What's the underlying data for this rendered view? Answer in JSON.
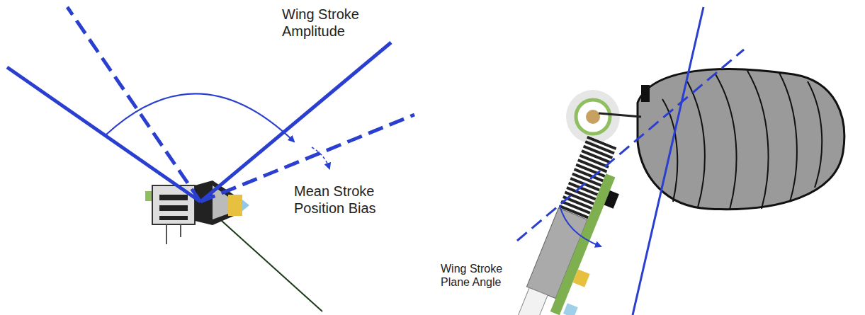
{
  "diagram": {
    "labels": [
      "Wing Stroke Amplitude",
      "Mean Stroke Position Bias",
      "Wing Stroke Plane Angle"
    ]
  }
}
